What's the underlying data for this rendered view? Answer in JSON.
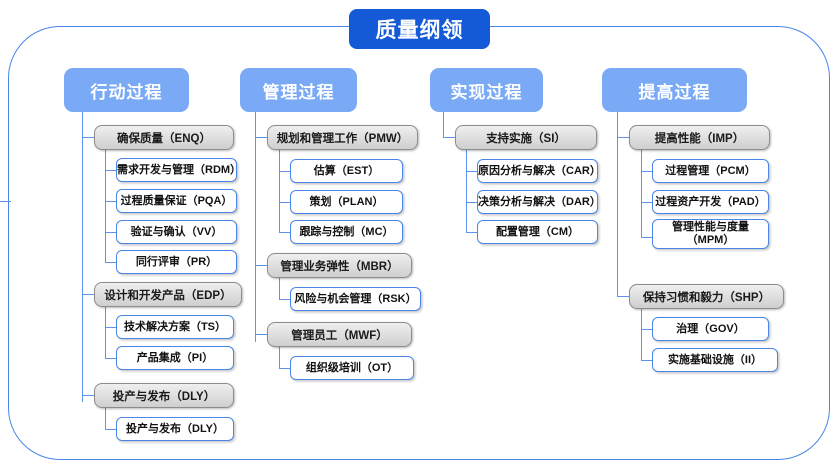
{
  "title": {
    "label": "质量纲领"
  },
  "colors": {
    "title_bg": "#1459d6",
    "column_header_bg": "#7aa9f5",
    "frame_border": "#4a86e8",
    "connector": "#5b93ef",
    "group_border": "#8c8c8c",
    "child_border": "#4a86e8"
  },
  "columns": [
    {
      "header": "行动过程",
      "groups": [
        {
          "label": "确保质量（ENQ）",
          "children": [
            "需求开发与管理（RDM）",
            "过程质量保证（PQA）",
            "验证与确认（VV）",
            "同行评审（PR）"
          ]
        },
        {
          "label": "设计和开发产品（EDP）",
          "children": [
            "技术解决方案（TS）",
            "产品集成（PI）"
          ]
        },
        {
          "label": "投产与发布（DLY）",
          "children": [
            "投产与发布（DLY）"
          ]
        }
      ]
    },
    {
      "header": "管理过程",
      "groups": [
        {
          "label": "规划和管理工作（PMW）",
          "children": [
            "估算（EST）",
            "策划（PLAN）",
            "跟踪与控制（MC）"
          ]
        },
        {
          "label": "管理业务弹性（MBR）",
          "children": [
            "风险与机会管理（RSK）"
          ]
        },
        {
          "label": "管理员工（MWF）",
          "children": [
            "组织级培训（OT）"
          ]
        }
      ]
    },
    {
      "header": "实现过程",
      "groups": [
        {
          "label": "支持实施（SI）",
          "children": [
            "原因分析与解决（CAR）",
            "决策分析与解决（DAR）",
            "配置管理（CM）"
          ]
        }
      ]
    },
    {
      "header": "提高过程",
      "groups": [
        {
          "label": "提高性能（IMP）",
          "children": [
            "过程管理（PCM）",
            "过程资产开发（PAD）",
            "管理性能与度量\n（MPM）"
          ]
        },
        {
          "label": "保持习惯和毅力（SHP）",
          "children": [
            "治理（GOV）",
            "实施基础设施（II）"
          ]
        }
      ]
    }
  ]
}
